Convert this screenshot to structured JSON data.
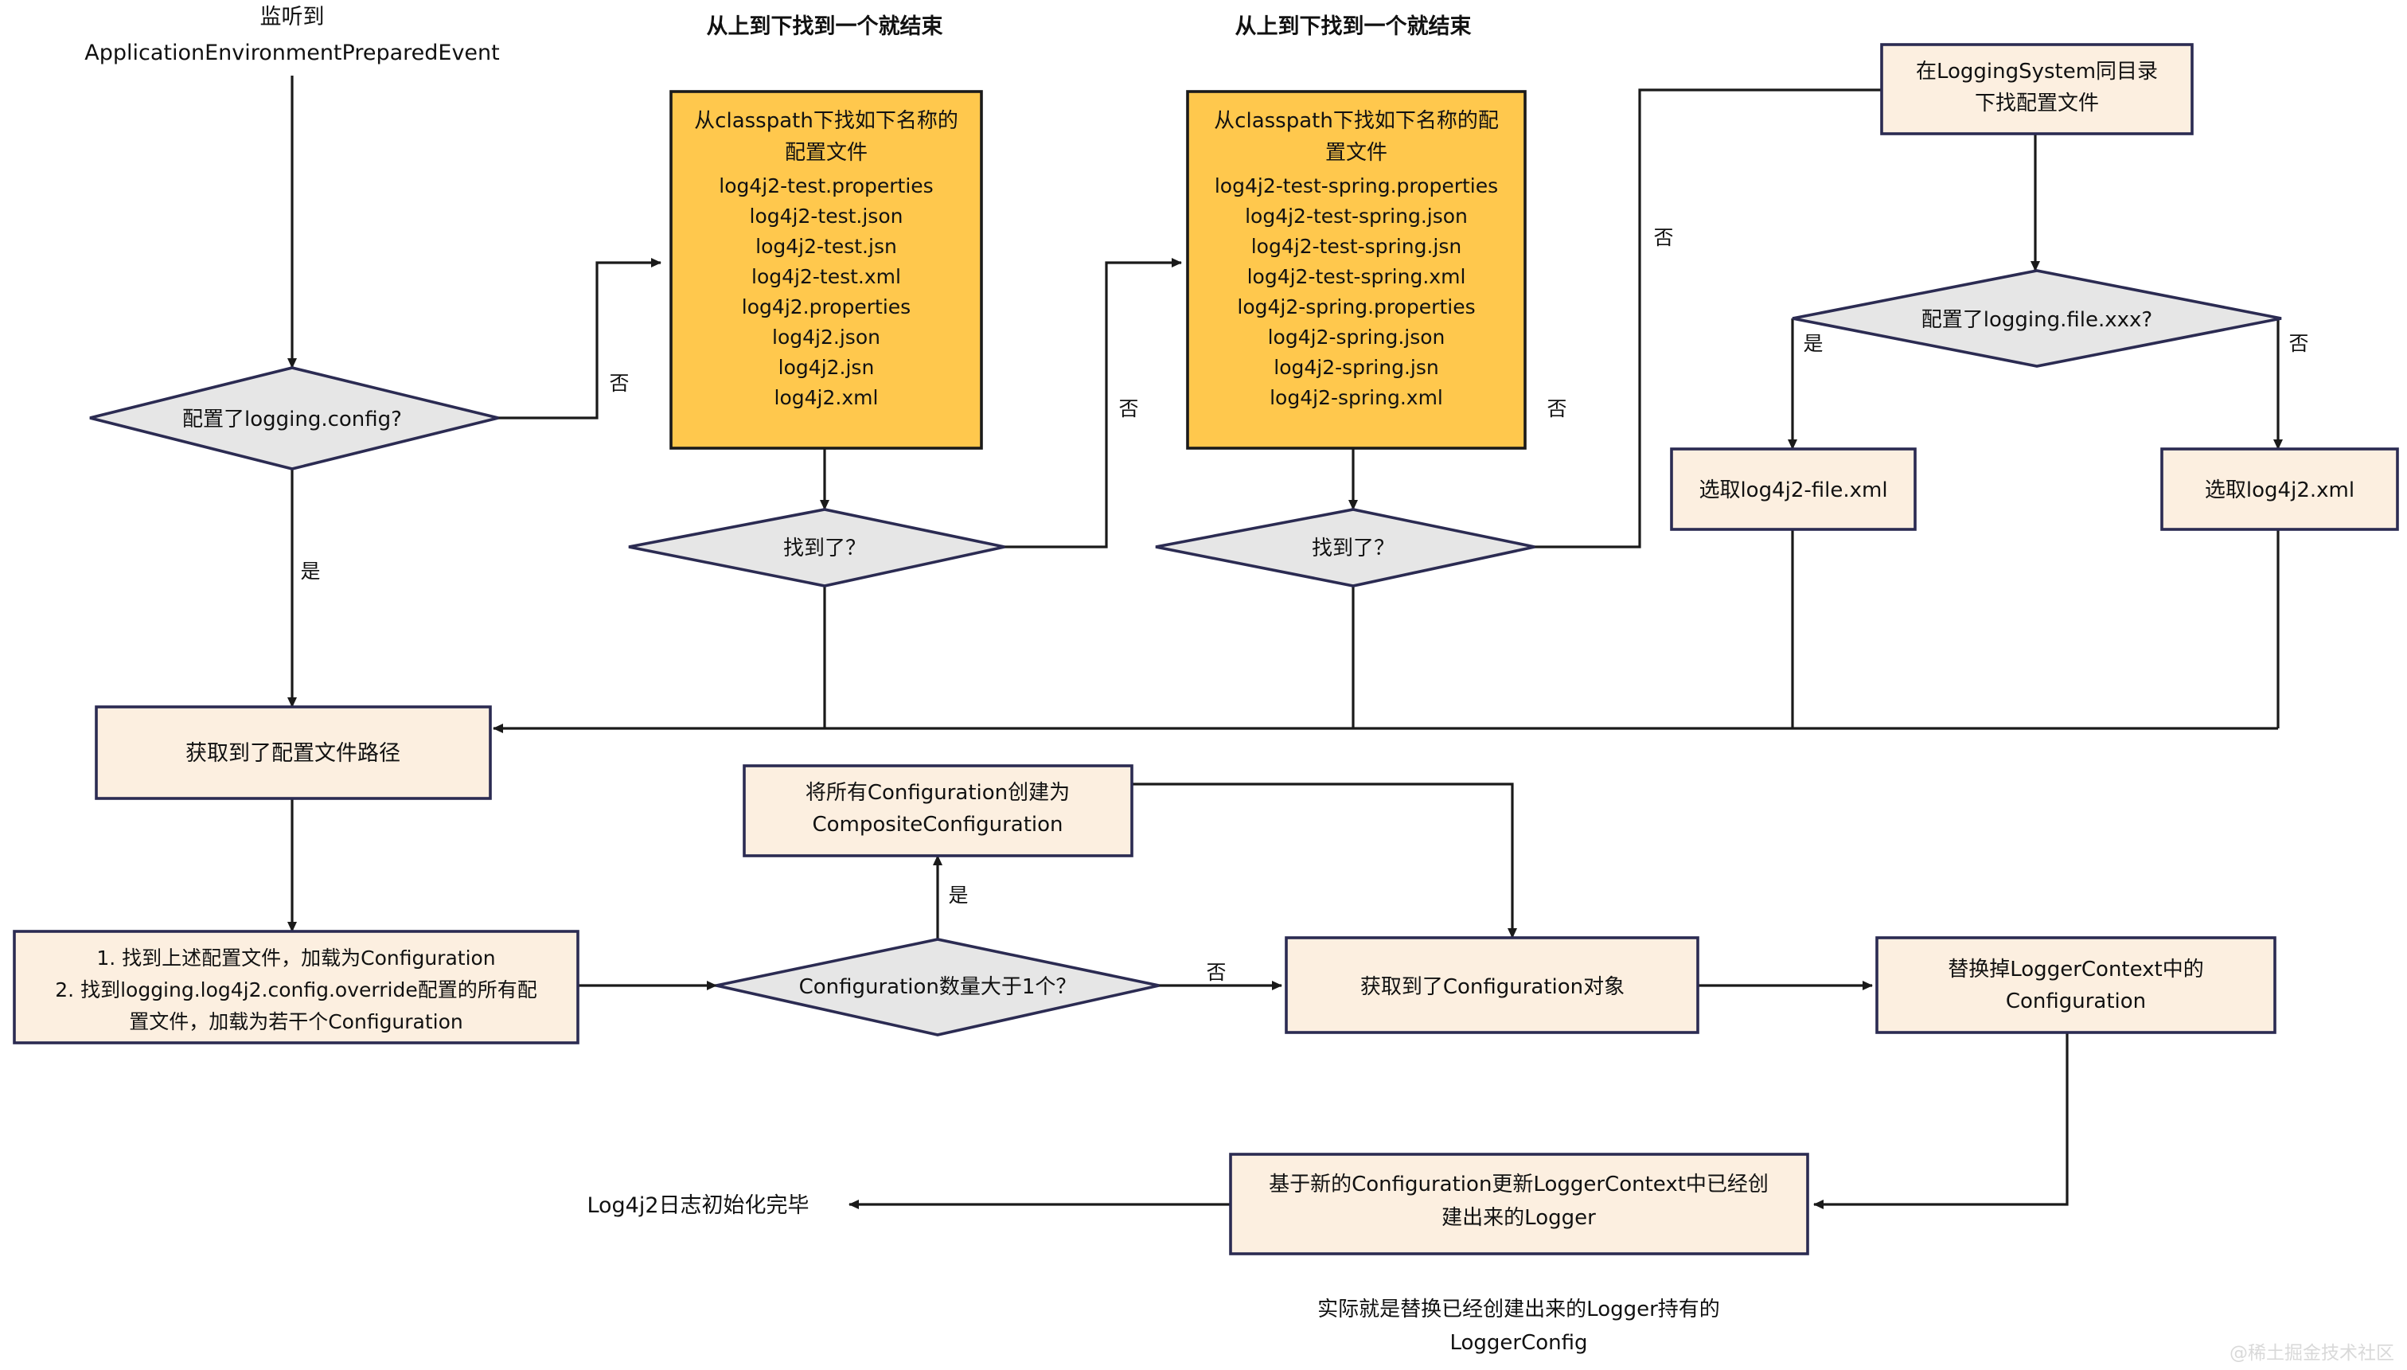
{
  "diagram": {
    "title_note_top": "监听到",
    "start_label_line1": "监听到",
    "start_label_line2": "ApplicationEnvironmentPreparedEvent",
    "caption_left": "从上到下找到一个就结束",
    "caption_right": "从上到下找到一个就结束",
    "watermark": "@稀土掘金技术社区",
    "footnote_line1": "实际就是替换已经创建出来的Logger持有的",
    "footnote_line2": "LoggerConfig"
  },
  "colors": {
    "box_fill": "#FCEFE0",
    "box_stroke": "#2B2B52",
    "diamond_fill": "#E6E6E6",
    "diamond_stroke": "#2B2B52",
    "orange_fill": "#FFC84D",
    "orange_stroke": "#1A1A1A",
    "edge": "#1A1A1A",
    "text": "#111111",
    "watermark": "#D9D9D9"
  },
  "nodes": {
    "start": {
      "kind": "text",
      "lines": [
        "监听到",
        "ApplicationEnvironmentPreparedEvent"
      ]
    },
    "d_logging_config": {
      "kind": "decision",
      "label": "配置了logging.config?"
    },
    "orange_classpath": {
      "kind": "note-orange",
      "header1": "从classpath下找如下名称的",
      "header2": "配置文件",
      "files": [
        "log4j2-test.properties",
        "log4j2-test.json",
        "log4j2-test.jsn",
        "log4j2-test.xml",
        "log4j2.properties",
        "log4j2.json",
        "log4j2.jsn",
        "log4j2.xml"
      ]
    },
    "orange_classpath_spring": {
      "kind": "note-orange",
      "header1": "从classpath下找如下名称的配",
      "header2": "置文件",
      "files": [
        "log4j2-test-spring.properties",
        "log4j2-test-spring.json",
        "log4j2-test-spring.jsn",
        "log4j2-test-spring.xml",
        "log4j2-spring.properties",
        "log4j2-spring.json",
        "log4j2-spring.jsn",
        "log4j2-spring.xml"
      ]
    },
    "d_found_1": {
      "kind": "decision",
      "label": "找到了？"
    },
    "d_found_2": {
      "kind": "decision",
      "label": "找到了？"
    },
    "box_loggingsystem_dir": {
      "kind": "process",
      "lines": [
        "在LoggingSystem同目录",
        "下找配置文件"
      ]
    },
    "d_logging_file": {
      "kind": "decision",
      "label": "配置了logging.file.xxx?"
    },
    "box_pick_file_xml": {
      "kind": "process",
      "lines": [
        "选取log4j2-file.xml"
      ]
    },
    "box_pick_xml": {
      "kind": "process",
      "lines": [
        "选取log4j2.xml"
      ]
    },
    "box_got_path": {
      "kind": "process",
      "lines": [
        "获取到了配置文件路径"
      ]
    },
    "box_load_list": {
      "kind": "process",
      "lines": [
        "1. 找到上述配置文件，加载为Configuration",
        "2. 找到logging.log4j2.config.override配置的所有配",
        "置文件，加载为若干个Configuration"
      ]
    },
    "box_composite": {
      "kind": "process",
      "lines": [
        "将所有Configuration创建为",
        "CompositeConfiguration"
      ]
    },
    "d_count_gt1": {
      "kind": "decision",
      "label": "Configuration数量大于1个？"
    },
    "box_got_config_obj": {
      "kind": "process",
      "lines": [
        "获取到了Configuration对象"
      ]
    },
    "box_replace_ctx": {
      "kind": "process",
      "lines": [
        "替换掉LoggerContext中的",
        "Configuration"
      ]
    },
    "box_update_loggers": {
      "kind": "process",
      "lines": [
        "基于新的Configuration更新LoggerContext中已经创",
        "建出来的Logger"
      ]
    },
    "end_text": {
      "kind": "text",
      "lines": [
        "Log4j2日志初始化完毕"
      ]
    }
  },
  "edge_labels": {
    "no_1": "否",
    "yes_1": "是",
    "no_2": "否",
    "no_3": "否",
    "no_right": "否",
    "yes_file": "是",
    "no_file": "否",
    "yes_composite": "是",
    "no_count": "否"
  }
}
